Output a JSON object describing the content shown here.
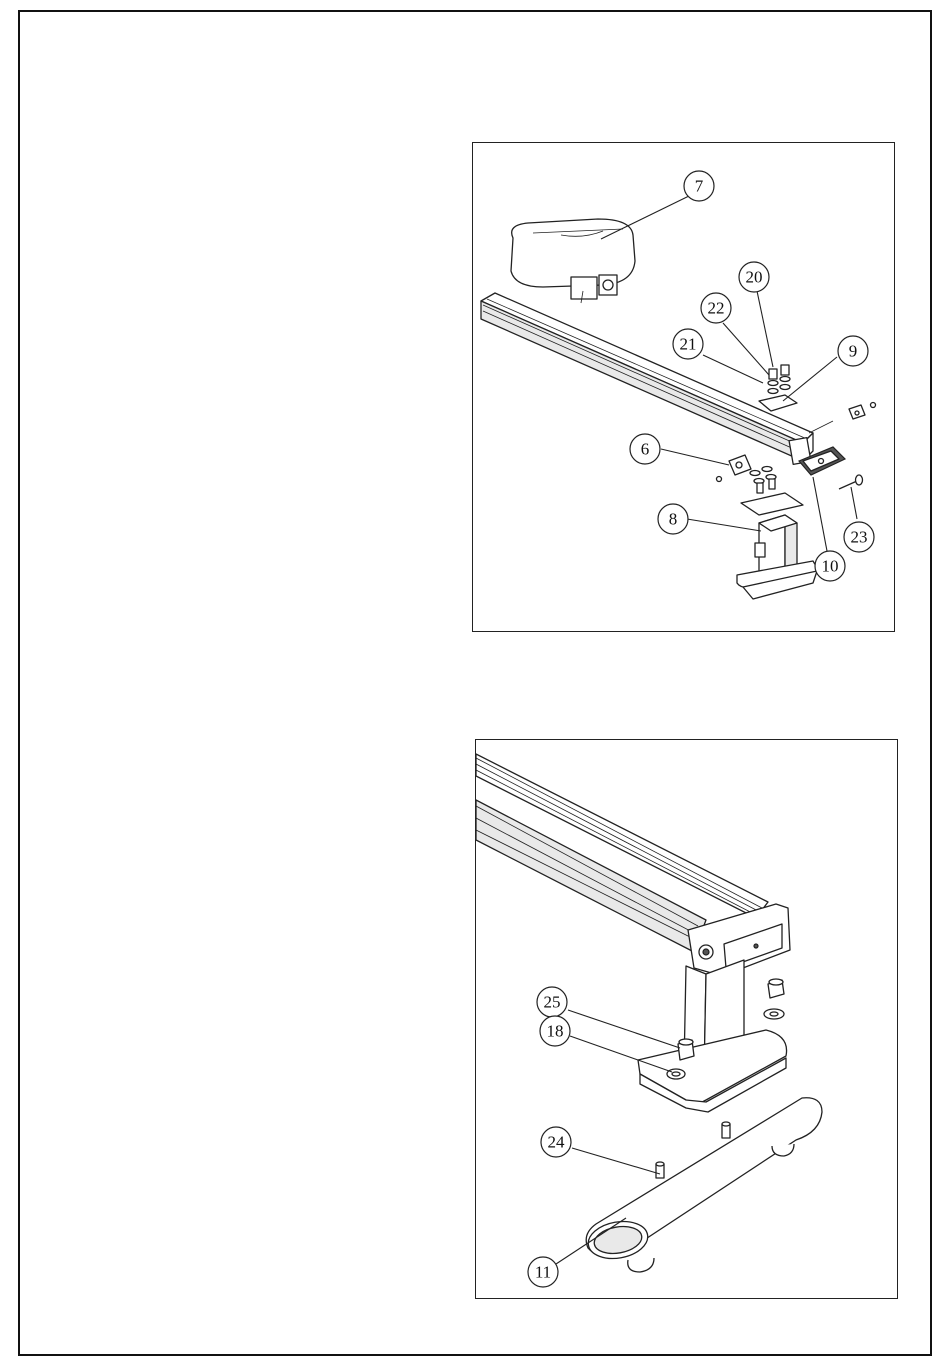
{
  "figure_top": {
    "callouts": [
      {
        "id": "c7",
        "label": "7"
      },
      {
        "id": "c20",
        "label": "20"
      },
      {
        "id": "c22",
        "label": "22"
      },
      {
        "id": "c21",
        "label": "21"
      },
      {
        "id": "c9",
        "label": "9"
      },
      {
        "id": "c6",
        "label": "6"
      },
      {
        "id": "c8",
        "label": "8"
      },
      {
        "id": "c23",
        "label": "23"
      },
      {
        "id": "c10",
        "label": "10"
      }
    ]
  },
  "figure_bottom": {
    "callouts": [
      {
        "id": "c25",
        "label": "25"
      },
      {
        "id": "c18",
        "label": "18"
      },
      {
        "id": "c24",
        "label": "24"
      },
      {
        "id": "c11",
        "label": "11"
      }
    ]
  }
}
